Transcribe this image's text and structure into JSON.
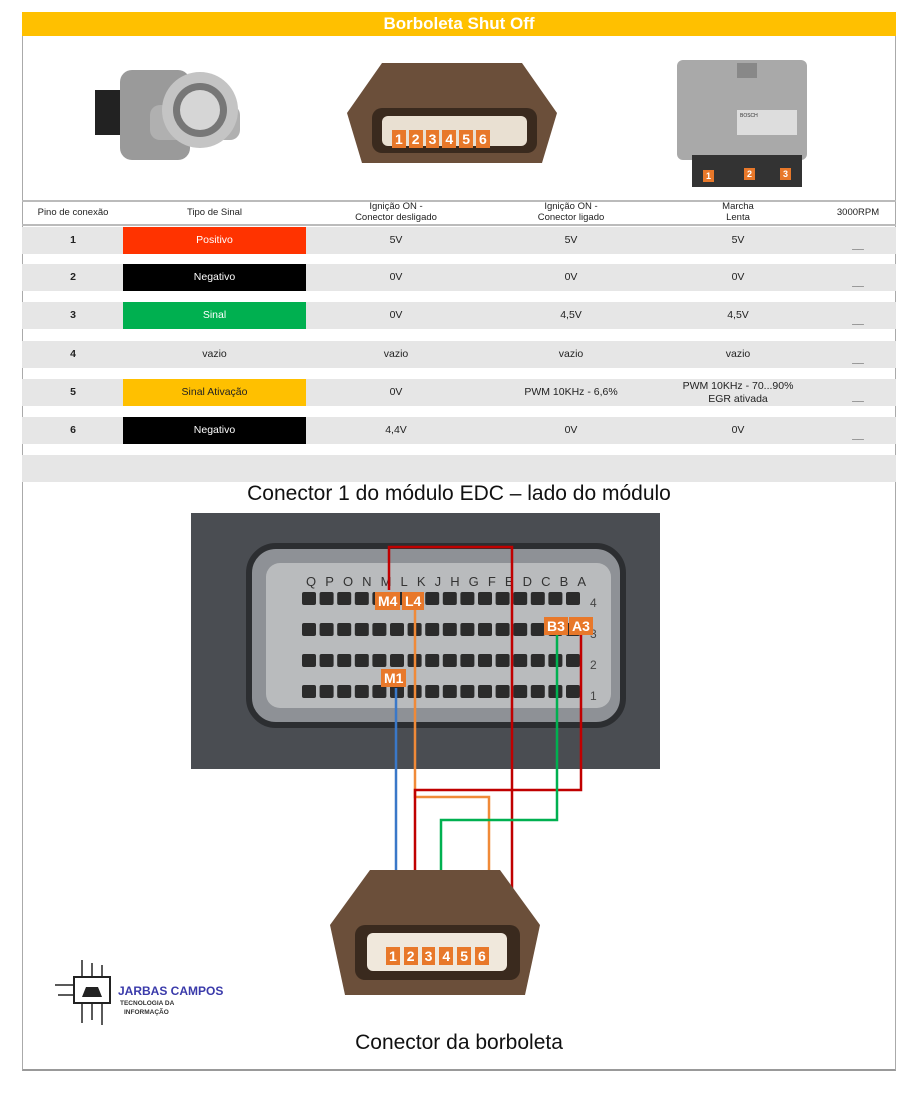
{
  "title": "Borboleta Shut Off",
  "table": {
    "headers": [
      "Pino de conexão",
      "Tipo de Sinal",
      "Ignição ON -\nConector desligado",
      "Ignição ON -\nConector ligado",
      "Marcha\nLenta",
      "3000RPM"
    ],
    "rows": [
      {
        "pin": "1",
        "type": "Positivo",
        "color": "#ff3300",
        "off": "5V",
        "on": "5V",
        "idle": "5V",
        "rpm": "__"
      },
      {
        "pin": "2",
        "type": "Negativo",
        "color": "#000000",
        "off": "0V",
        "on": "0V",
        "idle": "0V",
        "rpm": "__"
      },
      {
        "pin": "3",
        "type": "Sinal",
        "color": "#00b050",
        "off": "0V",
        "on": "4,5V",
        "idle": "4,5V",
        "rpm": "__"
      },
      {
        "pin": "4",
        "type": "vazio",
        "color": "",
        "off": "vazio",
        "on": "vazio",
        "idle": "vazio",
        "rpm": "__"
      },
      {
        "pin": "5",
        "type": "Sinal Ativação",
        "color": "#ffc000",
        "off": "0V",
        "on": "PWM  10KHz - 6,6%",
        "idle": "PWM 10KHz - 70...90%\nEGR ativada",
        "rpm": "__"
      },
      {
        "pin": "6",
        "type": "Negativo",
        "color": "#000000",
        "off": "4,4V",
        "on": "0V",
        "idle": "0V",
        "rpm": "__"
      }
    ]
  },
  "connector_pins": [
    "1",
    "2",
    "3",
    "4",
    "5",
    "6"
  ],
  "ecu_pins": [
    "1",
    "2",
    "3"
  ],
  "ecu_brand": "BOSCH",
  "edc_caption": "Conector 1 do módulo EDC – lado do módulo",
  "edc_columns": [
    "Q",
    "P",
    "O",
    "N",
    "M",
    "L",
    "K",
    "J",
    "H",
    "G",
    "F",
    "E",
    "D",
    "C",
    "B",
    "A"
  ],
  "edc_rows": [
    "4",
    "3",
    "2",
    "1"
  ],
  "edc_labels": [
    "M4",
    "L4",
    "B3",
    "A3",
    "M1"
  ],
  "bottom_caption": "Conector da borboleta",
  "logo": {
    "name": "JARBAS CAMPOS",
    "sub1": "TECNOLOGIA DA",
    "sub2": "INFORMAÇÃO"
  }
}
